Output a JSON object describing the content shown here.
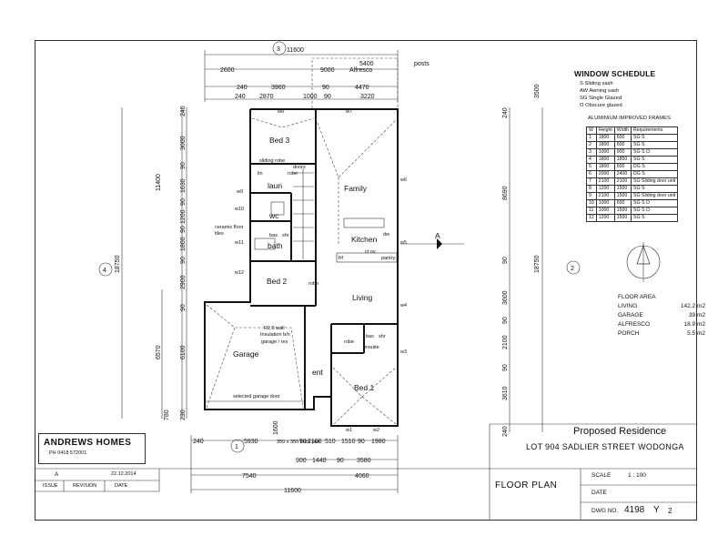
{
  "drawing": {
    "overall_dims": {
      "top": "11600",
      "bottom": "11600",
      "left": "18750",
      "right": "18750"
    },
    "section_markers": {
      "top": "3",
      "left": "4",
      "right": "2",
      "bottom": "1"
    },
    "top_dims": {
      "alfresco_width": "5400",
      "alfresco_label": "Alfresco",
      "posts": "posts",
      "d2600": "2600",
      "d9000": "9000",
      "d240a": "240",
      "d3960": "3960",
      "d90a": "90",
      "d4470": "4470",
      "d240b": "240",
      "d2870": "2870",
      "d1000": "1000",
      "d90b": "90",
      "d3220": "3220"
    },
    "left_dims": {
      "d11400": "11400",
      "d6570": "6570",
      "d3000": "3000",
      "d90_1": "90",
      "d1630": "1630",
      "d90_2": "90",
      "d1200": "1200",
      "d90_3": "90",
      "d1800": "1800",
      "d90_4": "90",
      "d2900": "2900",
      "d90_5": "90",
      "d6100": "6100",
      "d780": "780",
      "d240_1": "240",
      "d230": "230"
    },
    "right_dims": {
      "d3500": "3500",
      "d8690": "8690",
      "d240": "240",
      "d90a": "90",
      "d3600": "3600",
      "d90b": "90",
      "d2100": "2100",
      "d90c": "90",
      "d3610": "3610",
      "d240b": "240"
    },
    "bottom_dims": {
      "d240": "240",
      "d5930": "5930",
      "d1600": "1600",
      "d90": "90",
      "d2100": "2100",
      "d510": "510",
      "d1510": "1510",
      "d90b": "90",
      "d1980": "1980",
      "d900": "900",
      "d1440": "1440",
      "d90c": "90",
      "d3580": "3580",
      "d7540": "7540",
      "d4060": "4060",
      "brick_pier": "350 x 350 brick pier"
    },
    "rooms": {
      "bed3": "Bed 3",
      "laun": "laun",
      "wc": "wc",
      "bath": "bath",
      "bed2": "Bed 2",
      "family": "Family",
      "kitchen": "Kitchen",
      "living": "Living",
      "garage": "Garage",
      "ent": "ent",
      "bed1": "Bed 1",
      "ensuite": "ensuite"
    },
    "fixtures": {
      "robes_top": "sliding robe",
      "robes_top2": "doors",
      "robe": "robe",
      "robe2": "robe",
      "lin": "lin",
      "bas": "bas",
      "shr": "shr",
      "bas2": "bas",
      "shr2": "shr",
      "ceramic": "ceramic floor",
      "ceramic2": "tiles",
      "dw": "dw",
      "frf": "frf",
      "ct_ov": "ct ov",
      "pantry": "pantry",
      "robe_bed2": "robe",
      "r20_1": "R2.0 wall",
      "r20_2": "Insulation b/n",
      "r20_3": "garage / res",
      "garage_door": "selected garage door",
      "section_a": "A"
    },
    "windows": {
      "w1": "w1",
      "w2": "w2",
      "w3": "w3",
      "w4": "w4",
      "w5": "w5",
      "w6": "w6",
      "w7": "w7",
      "w8": "w8",
      "w9": "w9",
      "w10": "w10",
      "w11": "w11",
      "w12": "w12"
    }
  },
  "window_schedule": {
    "title": "WINDOW SCHEDULE",
    "legend": [
      "S  Sliding sash",
      "AW Awning sash",
      "SG Single Glazed",
      "O  Obscure glazed"
    ],
    "subtitle": "ALUMINIUM IMPROVED FRAMES",
    "headers": [
      "W",
      "Height",
      "Width",
      "Requirements"
    ],
    "rows": [
      [
        "1",
        "1800",
        "600",
        "SG  S"
      ],
      [
        "2",
        "1800",
        "600",
        "SG  S"
      ],
      [
        "3",
        "1000",
        "900",
        "SG  S  O"
      ],
      [
        "4",
        "1800",
        "1850",
        "SG  S"
      ],
      [
        "5",
        "1800",
        "600",
        "DG  S"
      ],
      [
        "6",
        "2000",
        "2400",
        "DG  S"
      ],
      [
        "7",
        "2100",
        "2100",
        "SG Sliding door unit"
      ],
      [
        "8",
        "1200",
        "1500",
        "SG  S"
      ],
      [
        "9",
        "2100",
        "1500",
        "SG Sliding door unit"
      ],
      [
        "10",
        "1000",
        "600",
        "SG  S  O"
      ],
      [
        "11",
        "1000",
        "1500",
        "SG  S  O"
      ],
      [
        "12",
        "1200",
        "1500",
        "SG  S"
      ]
    ]
  },
  "floor_area": {
    "title": "FLOOR AREA",
    "rows": [
      {
        "label": "LIVING",
        "value": "142.2 m2"
      },
      {
        "label": "GARAGE",
        "value": "39 m2"
      },
      {
        "label": "ALFRESCO",
        "value": "18.9 m2"
      },
      {
        "label": "PORCH",
        "value": "5.5 m2"
      }
    ]
  },
  "title_block": {
    "company": "ANDREWS HOMES",
    "phone": "PH  0418 572001",
    "project": "Proposed Residence",
    "address": "LOT 904 SADLIER STREET WODONGA",
    "sheet_title": "FLOOR  PLAN",
    "scale_label": "SCALE",
    "scale_value": "1 : 100",
    "date_label": "DATE",
    "dwg_label": "DWG NO.",
    "dwg_value": "4198",
    "dwg_rev": "Y",
    "dwg_sheet": "2",
    "issue": "A",
    "issue_date": "22.12.2014",
    "col_issue": "ISSUE",
    "col_revision": "REVISION",
    "col_date": "DATE"
  }
}
